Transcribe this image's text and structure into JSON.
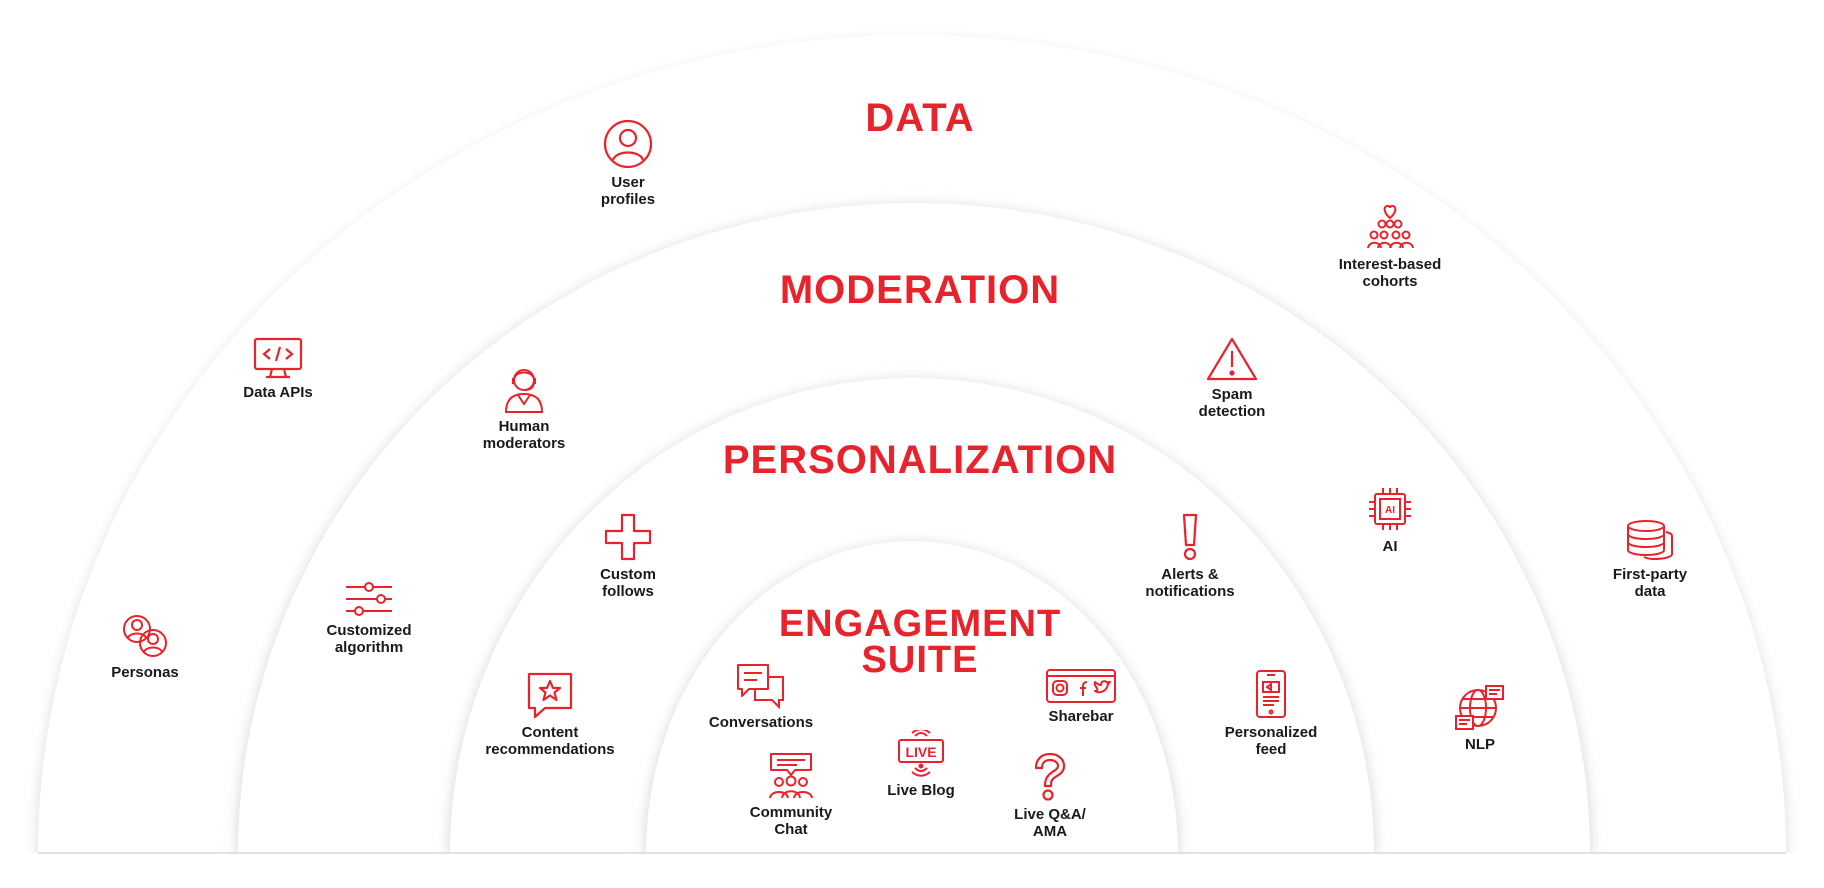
{
  "accent_color": "#e8232b",
  "layers": {
    "data": {
      "title": "DATA",
      "items": {
        "user_profiles": {
          "label": "User\nprofiles",
          "icon": "user-profile-icon"
        },
        "data_apis": {
          "label": "Data APIs",
          "icon": "code-monitor-icon"
        },
        "personas": {
          "label": "Personas",
          "icon": "personas-icon"
        },
        "interest_cohorts": {
          "label": "Interest-based\ncohorts",
          "icon": "group-heart-icon"
        },
        "first_party_data": {
          "label": "First-party\ndata",
          "icon": "database-icon"
        }
      }
    },
    "moderation": {
      "title": "MODERATION",
      "items": {
        "human_moderators": {
          "label": "Human\nmoderators",
          "icon": "moderator-headset-icon"
        },
        "customized_algorithm": {
          "label": "Customized\nalgorithm",
          "icon": "sliders-icon"
        },
        "spam_detection": {
          "label": "Spam\ndetection",
          "icon": "warning-triangle-icon"
        },
        "ai": {
          "label": "AI",
          "icon": "ai-chip-icon"
        },
        "nlp": {
          "label": "NLP",
          "icon": "globe-chat-icon"
        }
      }
    },
    "personalization": {
      "title": "PERSONALIZATION",
      "items": {
        "custom_follows": {
          "label": "Custom\nfollows",
          "icon": "plus-icon"
        },
        "content_recommendations": {
          "label": "Content\nrecommendations",
          "icon": "star-bubble-icon"
        },
        "alerts": {
          "label": "Alerts &\nnotifications",
          "icon": "exclamation-icon"
        },
        "personalized_feed": {
          "label": "Personalized\nfeed",
          "icon": "phone-feed-icon"
        }
      }
    },
    "engagement": {
      "title_line1": "ENGAGEMENT",
      "title_line2": "SUITE",
      "items": {
        "conversations": {
          "label": "Conversations",
          "icon": "chat-bubbles-icon"
        },
        "sharebar": {
          "label": "Sharebar",
          "icon": "social-sharebar-icon"
        },
        "community_chat": {
          "label": "Community\nChat",
          "icon": "community-chat-icon"
        },
        "live_blog": {
          "label": "Live Blog",
          "icon": "live-broadcast-icon",
          "badge": "LIVE"
        },
        "live_qa": {
          "label": "Live Q&A/\nAMA",
          "icon": "question-mark-icon"
        }
      }
    }
  }
}
